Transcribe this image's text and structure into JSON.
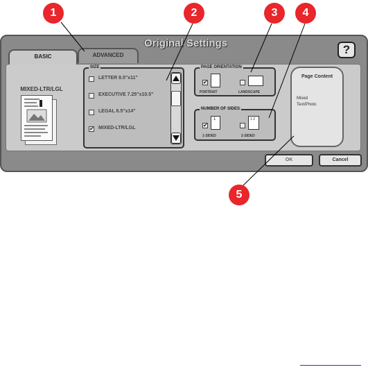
{
  "dialog": {
    "title": "Original Settings",
    "help_label": "?",
    "tabs": [
      {
        "label": "BASIC",
        "selected": true
      },
      {
        "label": "ADVANCED",
        "selected": false
      }
    ],
    "preview_label": "MIXED-LTR/LGL"
  },
  "size_group": {
    "title": "SIZE",
    "items": [
      {
        "label": "LETTER 8.5\"x11\"",
        "checked": false,
        "check_glyph": ""
      },
      {
        "label": "EXECUTIVE 7.25\"x10.5\"",
        "checked": false,
        "check_glyph": ""
      },
      {
        "label": "LEGAL 8.5\"x14\"",
        "checked": false,
        "check_glyph": ""
      },
      {
        "label": "MIXED-LTR/LGL",
        "checked": true,
        "check_glyph": "✔"
      }
    ]
  },
  "orientation_group": {
    "title": "PAGE ORIENTATION",
    "portrait_label": "PORTRAIT",
    "landscape_label": "LANDSCAPE",
    "portrait_check": "✔",
    "landscape_check": ""
  },
  "sides_group": {
    "title": "NUMBER OF SIDES",
    "one_sided_label": "1-SIDED",
    "two_sided_label": "2-SIDED",
    "one_sided_check": "✔",
    "two_sided_check": "",
    "one_glyph": "1",
    "two_glyph": "1 2"
  },
  "content_button": {
    "title": "Page Content",
    "value": "Mixed Text/Photo"
  },
  "buttons": {
    "ok": "OK",
    "cancel": "Cancel"
  },
  "callouts": [
    "1",
    "2",
    "3",
    "4",
    "5"
  ],
  "colors": {
    "callout": "#e8262b",
    "panel": "#8a8a8a",
    "link": "#2233cc"
  }
}
